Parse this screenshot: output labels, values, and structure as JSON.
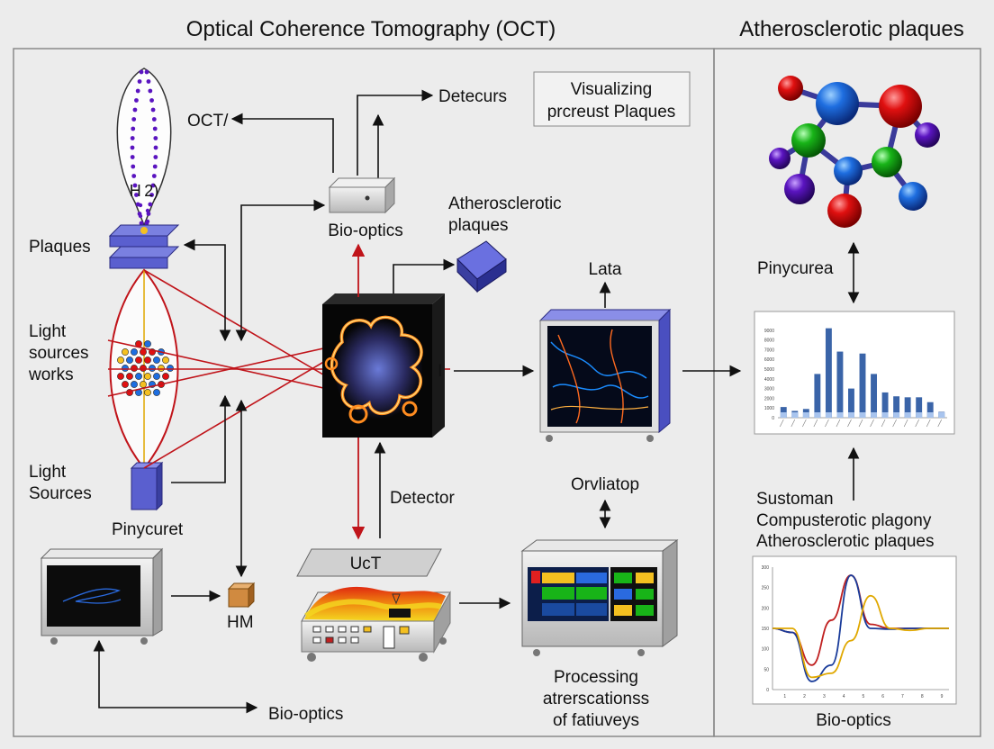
{
  "titles": {
    "main": "Optical Coherence Tomography (OCT)",
    "right": "Atherosclerotic plaques"
  },
  "labels": {
    "oct": "OCT/",
    "detecurs": "Detecurs",
    "visualizing_line1": "Visualizing",
    "visualizing_line2": "prcreust Plaques",
    "h2": "H 2)",
    "bio_optics_top": "Bio-optics",
    "athero_line1": "Atherosclerotic",
    "athero_line2": "plaques",
    "plaques": "Plaques",
    "light_sources_works_1": "Light",
    "light_sources_works_2": "sources",
    "light_sources_works_3": "works",
    "lata": "Lata",
    "i_marker": "I",
    "light_sources_1": "Light",
    "light_sources_2": "Sources",
    "pinycuret": "Pinycuret",
    "detector": "Detector",
    "orvliatop": "Orvliatop",
    "uct": "UcT",
    "hm": "HM",
    "processing_1": "Processing",
    "processing_2": "atrerscationss",
    "processing_3": "of fatiuveys",
    "bio_optics_bottom": "Bio-optics",
    "pinycurea": "Pinycurea",
    "sustoman_1": "Sustoman",
    "sustoman_2": "Compusterotic plagony",
    "sustoman_3": "Atherosclerotic plaques",
    "bio_optics_right": "Bio-optics"
  },
  "colors": {
    "red_beam": "#c0141a",
    "plate_blue": "#5a5fcf",
    "molecule_red": "#e01010",
    "molecule_blue": "#1e6ee0",
    "molecule_green": "#18b418",
    "molecule_purple": "#5a14c0",
    "bar_blue": "#3a64a8",
    "line_red": "#c02020",
    "line_blue": "#1a3c9a",
    "line_yellow": "#e0a800"
  },
  "icons": {
    "arrow": "arrow-icon",
    "device": "device-box-icon"
  },
  "chart_data": [
    {
      "type": "bar",
      "categories": [
        "",
        "",
        "",
        "",
        "",
        "",
        "",
        "",
        "",
        "",
        "",
        "",
        "",
        "",
        ""
      ],
      "values": [
        1100,
        700,
        900,
        4500,
        9200,
        6800,
        3000,
        6600,
        4500,
        2600,
        2200,
        2100,
        2100,
        1600,
        600
      ],
      "yticks": [
        "0",
        "1000",
        "2000",
        "3000",
        "4000",
        "5000",
        "6000",
        "7000",
        "8000",
        "9000"
      ],
      "ylim": [
        0,
        10000
      ]
    },
    {
      "type": "line",
      "x": [
        0,
        1,
        2,
        3,
        4,
        5,
        6,
        7,
        8,
        9
      ],
      "xticks": [
        "1",
        "2",
        "3",
        "4",
        "5",
        "6",
        "7",
        "8",
        "9"
      ],
      "yticks": [
        "0",
        "50",
        "100",
        "150",
        "200",
        "250",
        "300"
      ],
      "ylim": [
        0,
        300
      ],
      "series": [
        {
          "color": "line_red",
          "values": [
            150,
            140,
            60,
            170,
            280,
            160,
            150,
            150,
            150,
            150
          ]
        },
        {
          "color": "line_blue",
          "values": [
            150,
            140,
            20,
            60,
            280,
            150,
            148,
            150,
            150,
            150
          ]
        },
        {
          "color": "line_yellow",
          "values": [
            150,
            150,
            30,
            40,
            120,
            230,
            150,
            145,
            150,
            150
          ]
        }
      ]
    }
  ]
}
